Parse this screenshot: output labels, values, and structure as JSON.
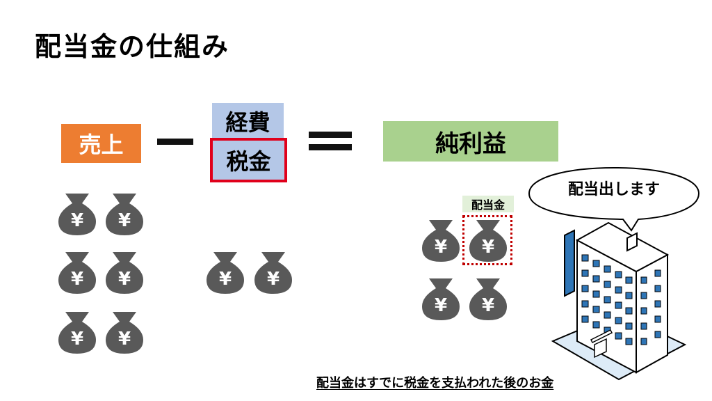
{
  "title": "配当金の仕組み",
  "equation": {
    "sales": "売上",
    "expenses": "経費",
    "tax": "税金",
    "net_profit": "純利益"
  },
  "dividend_label": "配当金",
  "speech": "配当出します",
  "footnote": "配当金はすでに税金を支払われた後のお金",
  "bag_symbol": "¥",
  "icons": [
    "money-bag-icon",
    "company-building-icon",
    "speech-bubble-icon"
  ],
  "colors": {
    "sales": "#ED7D31",
    "expenses_tax": "#B4C7E7",
    "tax_border": "#E0001B",
    "net_profit": "#A9D18E",
    "dividend_label_bg": "#E2F0D9",
    "bag": "#595959",
    "building_accent": "#2E75B6"
  }
}
